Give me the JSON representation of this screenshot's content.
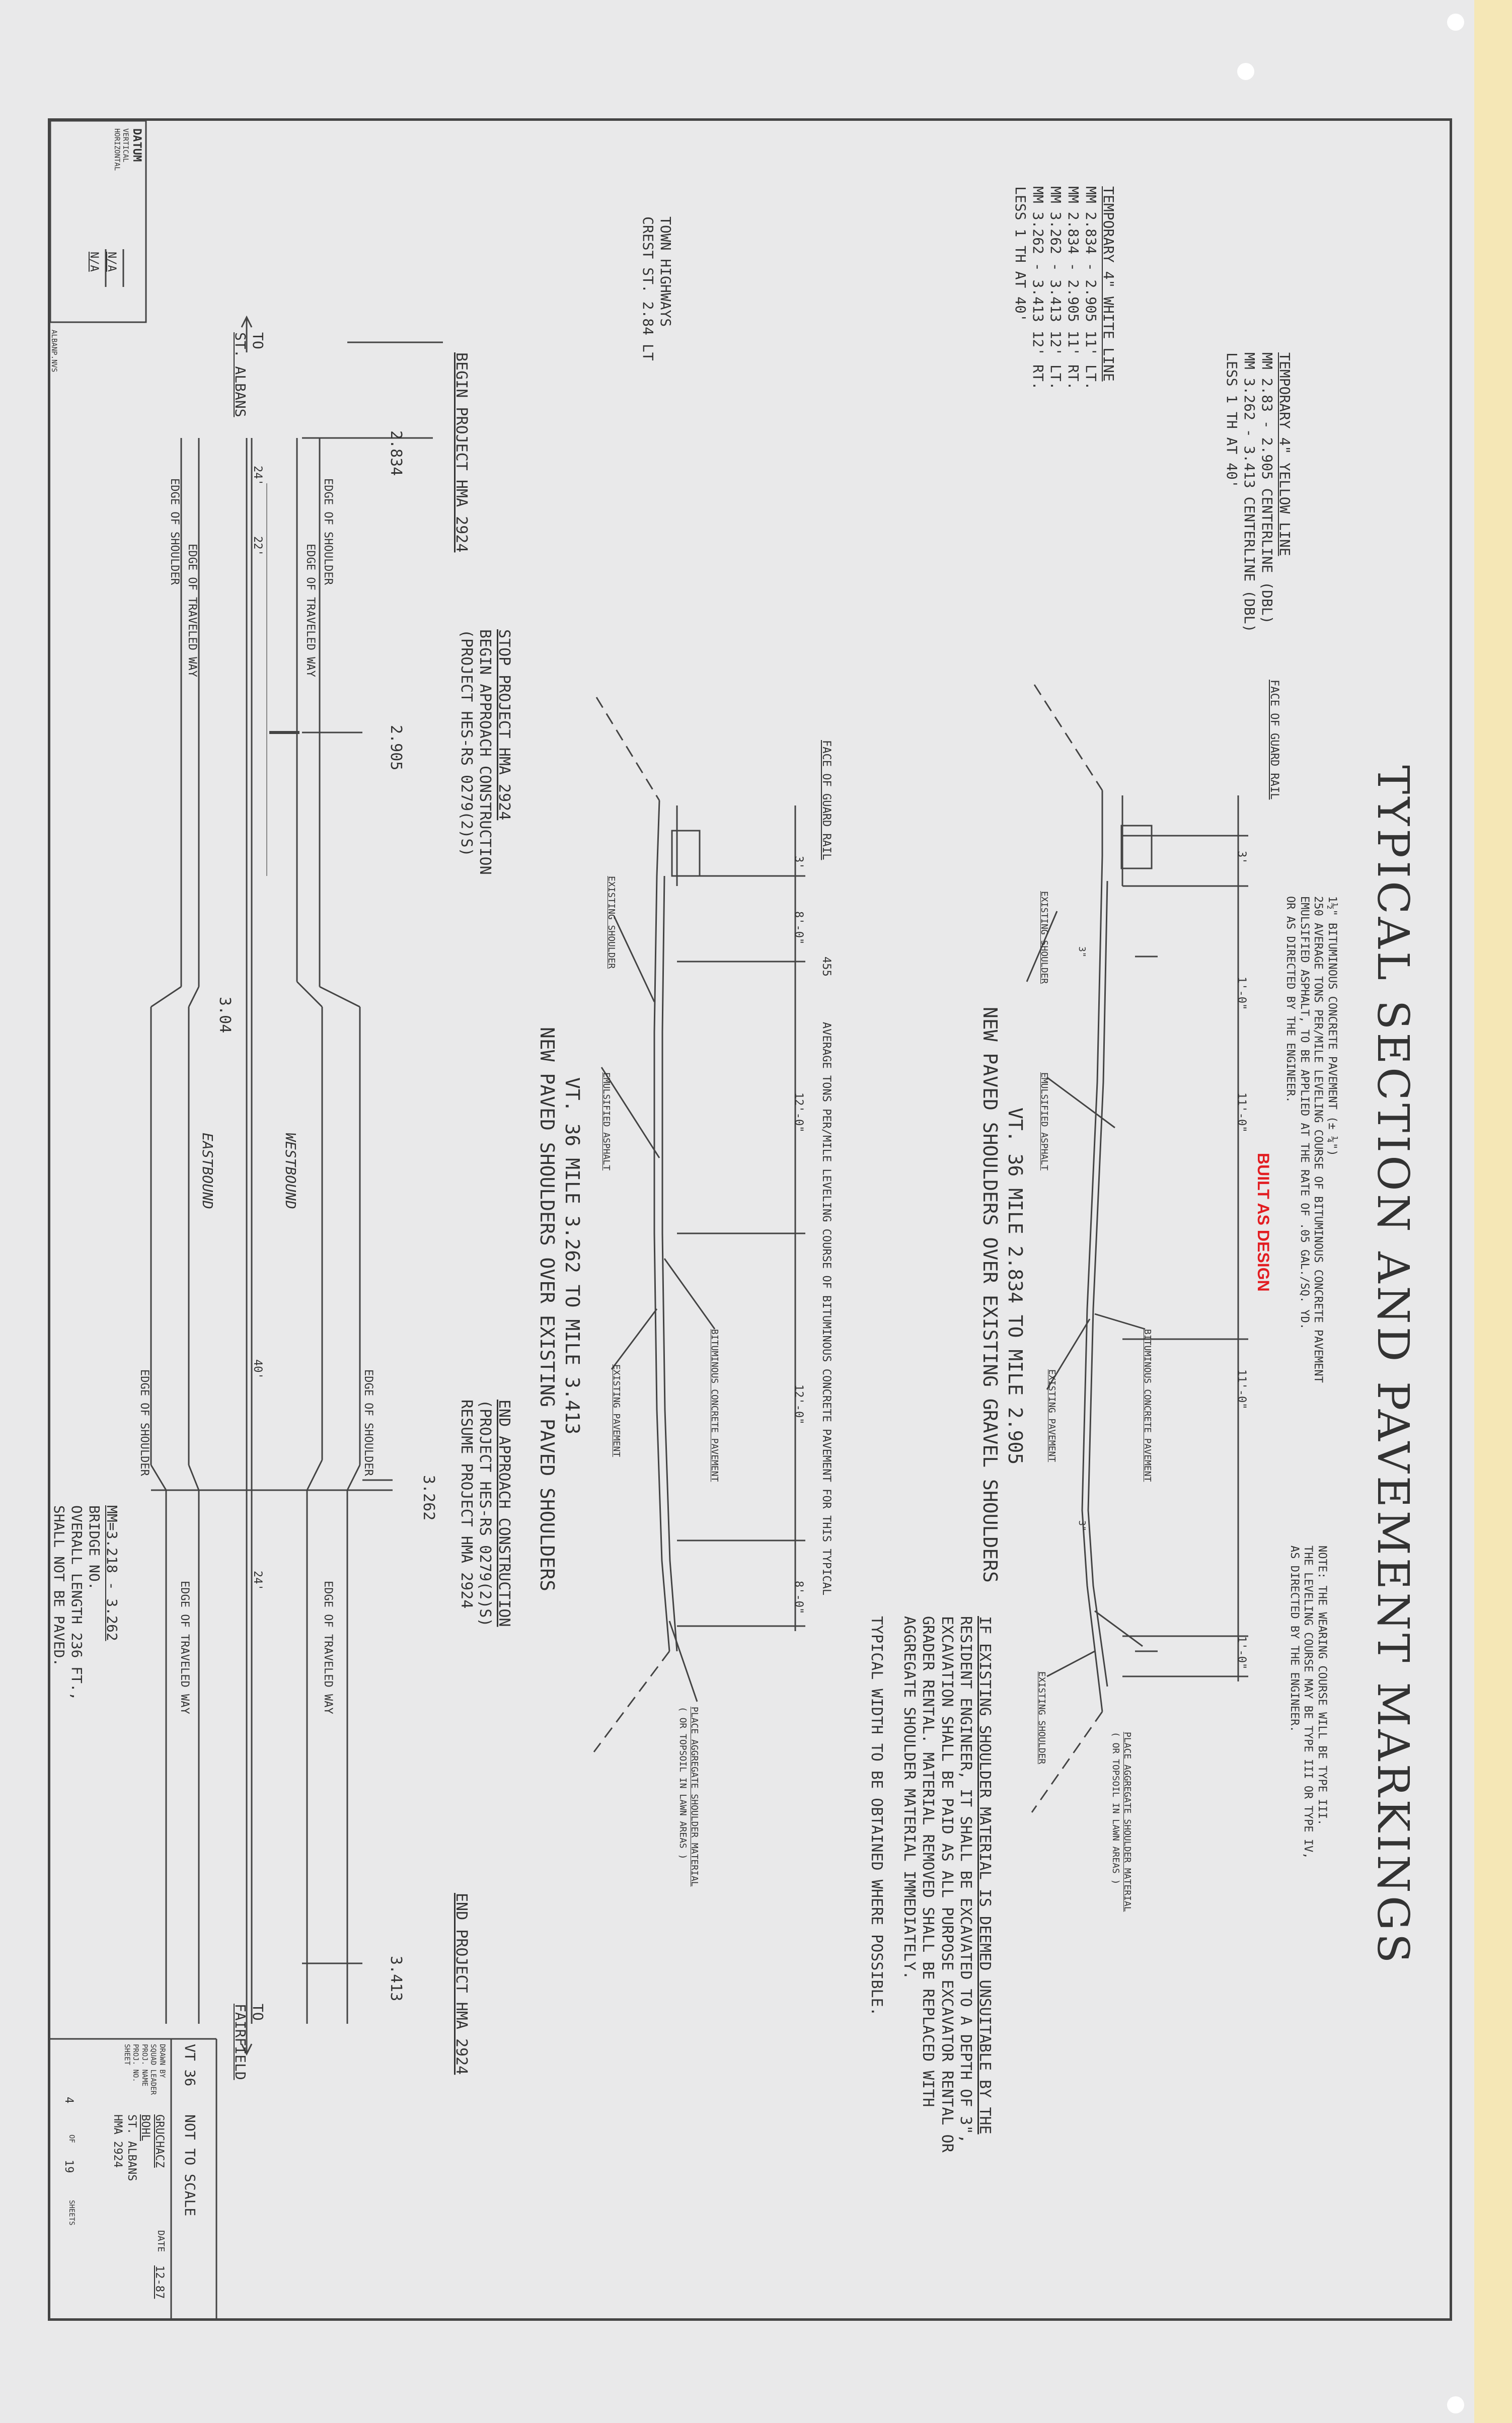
{
  "title": "TYPICAL SECTION AND PAVEMENT MARKINGS",
  "notes": {
    "top": [
      "NOTE: THE WEARING COURSE WILL BE TYPE III.",
      "THE LEVELING COURSE MAY BE TYPE III OR TYPE IV,",
      "AS DIRECTED BY THE ENGINEER."
    ],
    "materials": [
      "1½\"     BITUMINOUS CONCRETE PAVEMENT  (± ¼\")",
      "250     AVERAGE TONS PER/MILE LEVELING COURSE OF BITUMINOUS CONCRETE PAVEMENT",
      "        EMULSIFIED ASPHALT, TO BE APPLIED AT THE RATE OF .05 GAL./SQ. YD.",
      "        OR AS DIRECTED BY THE ENGINEER."
    ],
    "built_stamp": "BUILT AS DESIGN",
    "leveling_455": "455",
    "leveling_455_text": "AVERAGE TONS PER/MILE LEVELING COURSE OF BITUMINOUS CONCRETE PAVEMENT FOR THIS TYPICAL",
    "unsuitable": [
      "IF EXISTING SHOULDER MATERIAL IS DEEMED UNSUITABLE BY THE",
      "RESIDENT ENGINEER, IT SHALL BE EXCAVATED TO A DEPTH OF 3\",",
      "EXCAVATION SHALL BE PAID AS ALL PURPOSE EXCAVATOR RENTAL OR",
      "GRADER RENTAL. MATERIAL REMOVED SHALL BE REPLACED WITH",
      "AGGREGATE SHOULDER MATERIAL IMMEDIATELY."
    ],
    "typical_width": "TYPICAL WIDTH TO BE OBTAINED WHERE POSSIBLE."
  },
  "section1": {
    "caption1": "VT. 36  MILE 2.834 TO MILE 2.905",
    "caption2": "NEW PAVED SHOULDERS OVER EXISTING GRAVEL SHOULDERS",
    "face_of_guard_rail": "FACE OF GUARD RAIL",
    "dims": [
      "3'",
      "1'-0\"",
      "11'-0\"",
      "11'-0\"",
      "1'-0\""
    ],
    "dim_3in": "3\"",
    "labels": {
      "existing_shoulder_left": "EXISTING SHOULDER",
      "emulsified": "EMULSIFIED ASPHALT",
      "bituminous": "BITUMINOUS CONCRETE PAVEMENT",
      "existing_pavement": "EXISTING PAVEMENT",
      "existing_shoulder_right": "EXISTING SHOULDER",
      "aggregate": [
        "PLACE AGGREGATE SHOULDER MATERIAL",
        "( OR TOPSOIL IN LAWN AREAS )"
      ]
    }
  },
  "section2": {
    "caption1": "VT. 36  MILE 3.262 TO MILE 3.413",
    "caption2": "NEW PAVED SHOULDERS OVER EXISTING PAVED SHOULDERS",
    "face_of_guard_rail": "FACE OF GUARD RAIL",
    "dims": [
      "3'",
      "8'-0\"",
      "12'-0\"",
      "12'-0\"",
      "8'-0\""
    ],
    "labels": {
      "existing_shoulder": "EXISTING SHOULDER",
      "emulsified": "EMULSIFIED ASPHALT",
      "bituminous": "BITUMINOUS CONCRETE PAVEMENT",
      "existing_pavement": "EXISTING PAVEMENT",
      "aggregate": [
        "PLACE AGGREGATE SHOULDER MATERIAL",
        "( OR TOPSOIL IN LAWN AREAS )"
      ]
    }
  },
  "markings": {
    "yellow": [
      "TEMPORARY 4\" YELLOW LINE",
      "MM 2.83 - 2.905 CENTERLINE (DBL)",
      "MM 3.262 - 3.413 CENTERLINE (DBL)",
      "LESS 1 TH AT 40'"
    ],
    "white": [
      "TEMPORARY 4\" WHITE LINE",
      "MM 2.834 - 2.905 11' LT.",
      "MM 2.834 - 2.905 11' RT.",
      "MM 3.262 - 3.413 12' LT.",
      "MM 3.262 - 3.413 12' RT.",
      "LESS 1 TH AT 40'"
    ],
    "town": [
      "TOWN HIGHWAYS",
      "CREST ST.      2.84 LT"
    ]
  },
  "plan": {
    "stations": {
      "s2834": "2.834",
      "s2905": "2.905",
      "s304": "3.04",
      "s3262": "3.262",
      "s3413": "3.413"
    },
    "begin": "BEGIN PROJECT HMA 2924",
    "stop": [
      "STOP PROJECT HMA 2924",
      "BEGIN APPROACH CONSTRUCTION",
      "(PROJECT HES-RS 0279(2)S)"
    ],
    "end_approach": [
      "END APPROACH CONSTRUCTION",
      "(PROJECT HES-RS 0279(2)S)",
      "RESUME PROJECT HMA 2924"
    ],
    "end": "END PROJECT HMA 2924",
    "bridge": [
      "MM=3.218 - 3.262",
      "BRIDGE NO.",
      "OVERALL LENGTH 236 FT.,",
      "SHALL NOT BE PAVED."
    ],
    "widths": {
      "w24a": "24'",
      "w22": "22'",
      "w40": "40'",
      "w24b": "24'"
    },
    "edge_shoulder": "EDGE OF SHOULDER",
    "edge_traveled": "EDGE OF TRAVELED WAY",
    "westbound": "WESTBOUND",
    "eastbound": "EASTBOUND",
    "to_st_albans": [
      "TO",
      "ST. ALBANS"
    ],
    "to_fairfield": [
      "TO",
      "FAIRFIELD"
    ]
  },
  "datum": {
    "title": "DATUM",
    "vertical_label": "VERTICAL",
    "vertical_value": "N/A",
    "horizontal_label": "HORIZONTAL",
    "horizontal_value": "N/A",
    "small": "ALBANP.NVS"
  },
  "titleblock": {
    "route": "VT 36",
    "scale": "NOT TO SCALE",
    "drawn_by_label": "DRAWN BY",
    "drawn_by": "GRUCHACZ",
    "date_label": "DATE",
    "date": "12-87",
    "squad_label": "SQUAD LEADER",
    "squad": "BOHL",
    "proj_name_label": "PROJ. NAME",
    "proj_name": "ST. ALBANS",
    "proj_no_label": "PROJ. NO.",
    "proj_no": "HMA 2924",
    "sheet_label": "SHEET",
    "sheet": "4",
    "of_label": "OF",
    "of": "19",
    "sheets_label": "SHEETS"
  }
}
